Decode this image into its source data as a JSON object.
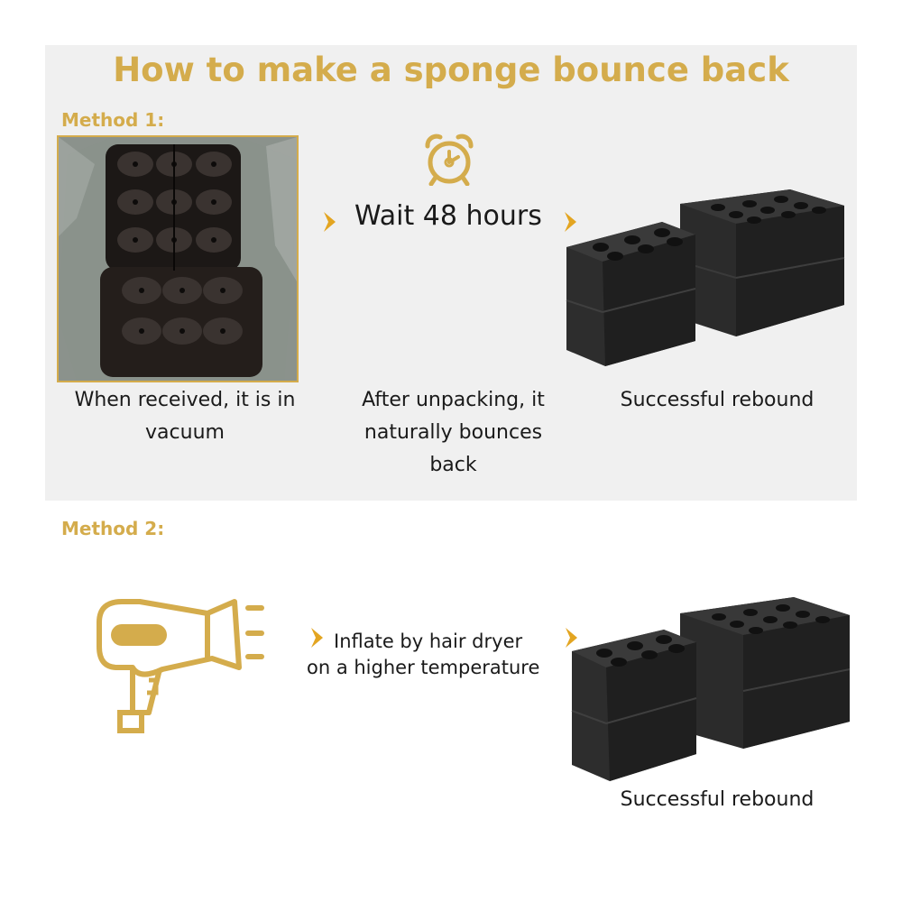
{
  "title": "How to make a sponge bounce back",
  "method1": {
    "label": "Method 1:",
    "wait_text": "Wait 48 hours",
    "caption_received": "When received, it is in vacuum",
    "caption_unpacking": "After unpacking, it naturally bounces back",
    "caption_rebound": "Successful rebound",
    "icons": [
      "alarm-clock-icon",
      "chevron-right-icon"
    ]
  },
  "method2": {
    "label": "Method 2:",
    "dryer_line1": "Inflate by hair dryer",
    "dryer_line2": "on a higher temperature",
    "caption_rebound": "Successful rebound",
    "icons": [
      "hair-dryer-icon",
      "chevron-right-icon"
    ]
  },
  "colors": {
    "accent": "#d4ac4c",
    "panel": "#f0f0f0",
    "text": "#1a1a1a",
    "sponge": "#2a2a2a"
  }
}
